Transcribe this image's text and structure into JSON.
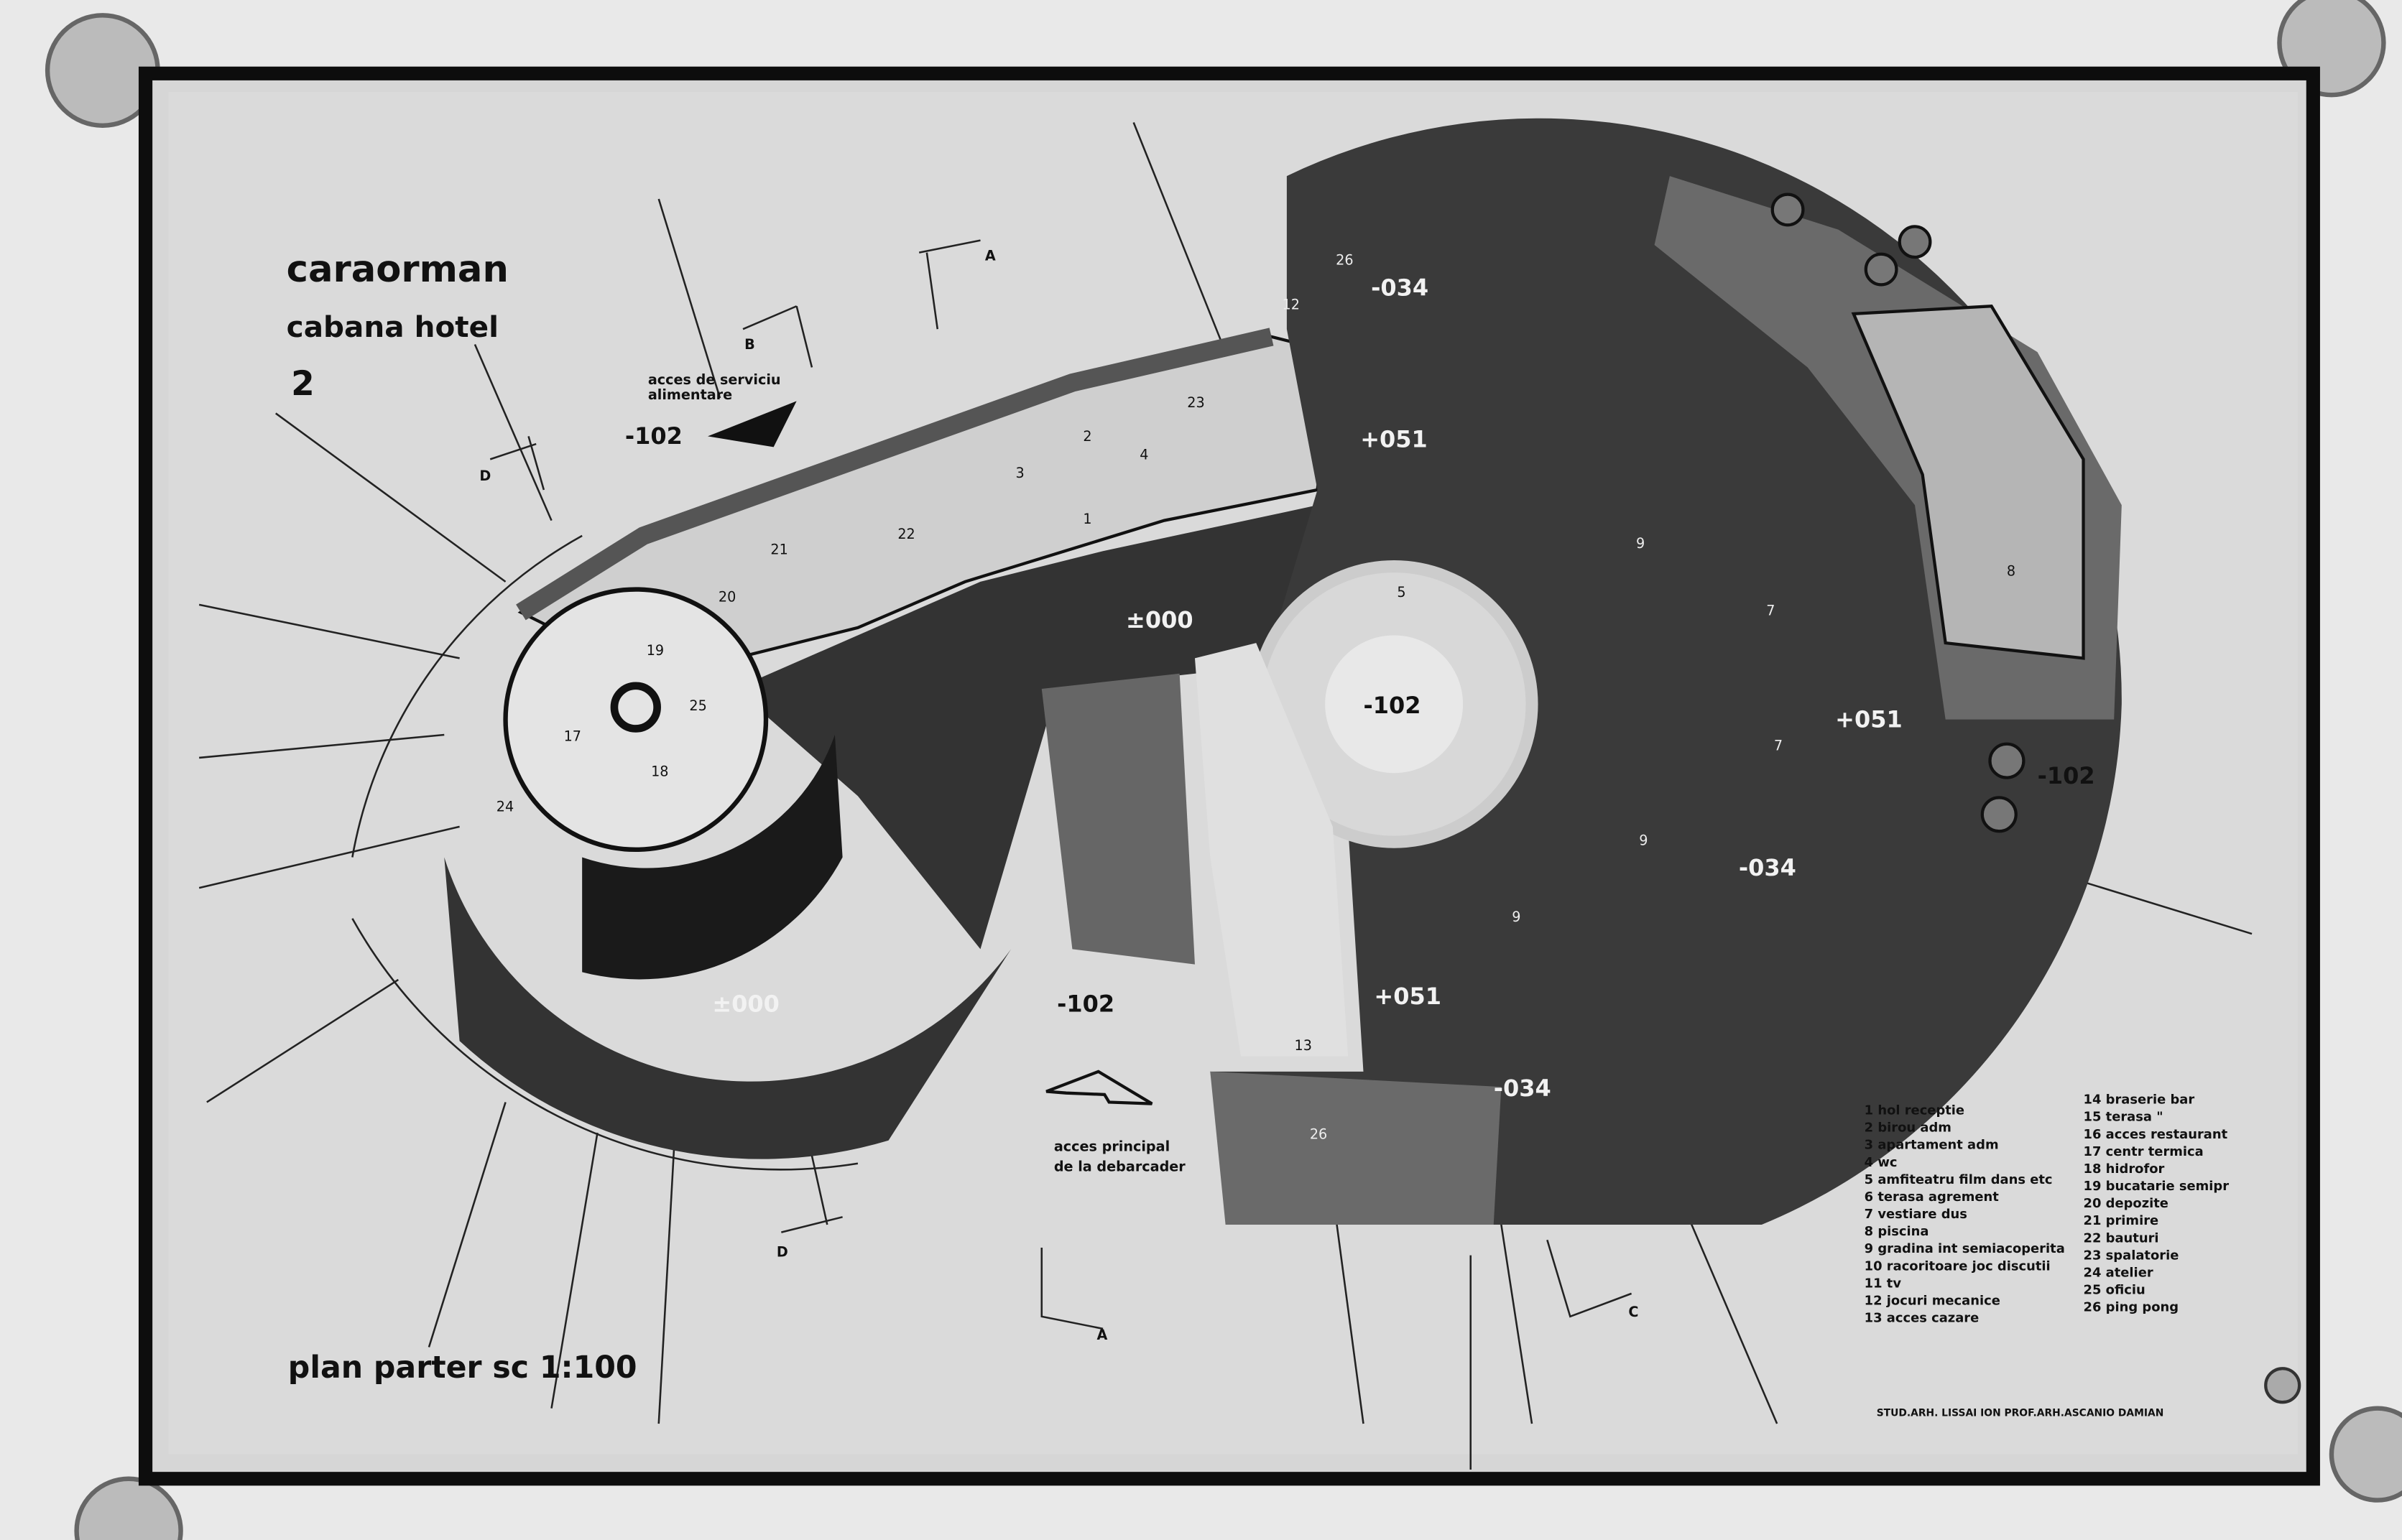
{
  "title": "caraorman",
  "subtitle": "cabana hotel",
  "sheet_number": "2",
  "plan_label": "plan parter  sc 1:100",
  "service_access": [
    "acces de serviciu",
    "alimentare"
  ],
  "main_access": [
    "acces principal",
    "de la debarcader"
  ],
  "credits": "STUD.ARH. LISSAI ION   PROF.ARH.ASCANIO DAMIAN",
  "levels": {
    "l1": "-102",
    "l2": "-034",
    "l3": "+051",
    "l4": "±000",
    "l5": "-102",
    "l6": "+051",
    "l7": "-102",
    "l8": "-034",
    "l9": "±000",
    "l10": "-102",
    "l11": "+051",
    "l12": "-034"
  },
  "section_marks": {
    "a1": "A",
    "a2": "A",
    "b1": "B",
    "c1": "C",
    "d1": "D",
    "d2": "D"
  },
  "rooms": {
    "r1": "1",
    "r2": "2",
    "r3": "3",
    "r4": "4",
    "r5": "5",
    "r7a": "7",
    "r7b": "7",
    "r8": "8",
    "r9a": "9",
    "r9b": "9",
    "r9c": "9",
    "r12": "12",
    "r13": "13",
    "r17": "17",
    "r18": "18",
    "r19": "19",
    "r20": "20",
    "r21": "21",
    "r22": "22",
    "r23": "23",
    "r24": "24",
    "r25": "25",
    "r26a": "26",
    "r26b": "26"
  },
  "legend_left": [
    "1 hol receptie",
    "2 birou adm",
    "3 apartament adm",
    "4 wc",
    "5 amfiteatru  film dans etc",
    "6 terasa agrement",
    "7 vestiare dus",
    "8 piscina",
    "9 gradina  int semiacoperita",
    "10 racoritoare  joc discutii",
    "11 tv",
    "12 jocuri mecanice",
    "13 acces cazare"
  ],
  "legend_right": [
    "14 braserie bar",
    "15 terasa  \"",
    "16 acces restaurant",
    "17 centr termica",
    "18 hidrofor",
    "19 bucatarie semipr",
    "20 depozite",
    "21 primire",
    "22 bauturi",
    "23 spalatorie",
    "24 atelier",
    "25 oficiu",
    "26 ping pong"
  ],
  "colors": {
    "paper": "#d8d8d8",
    "floor_dark": "#333333",
    "frame": "#0d0d0d",
    "grey_zone": "#6a6a6a"
  }
}
